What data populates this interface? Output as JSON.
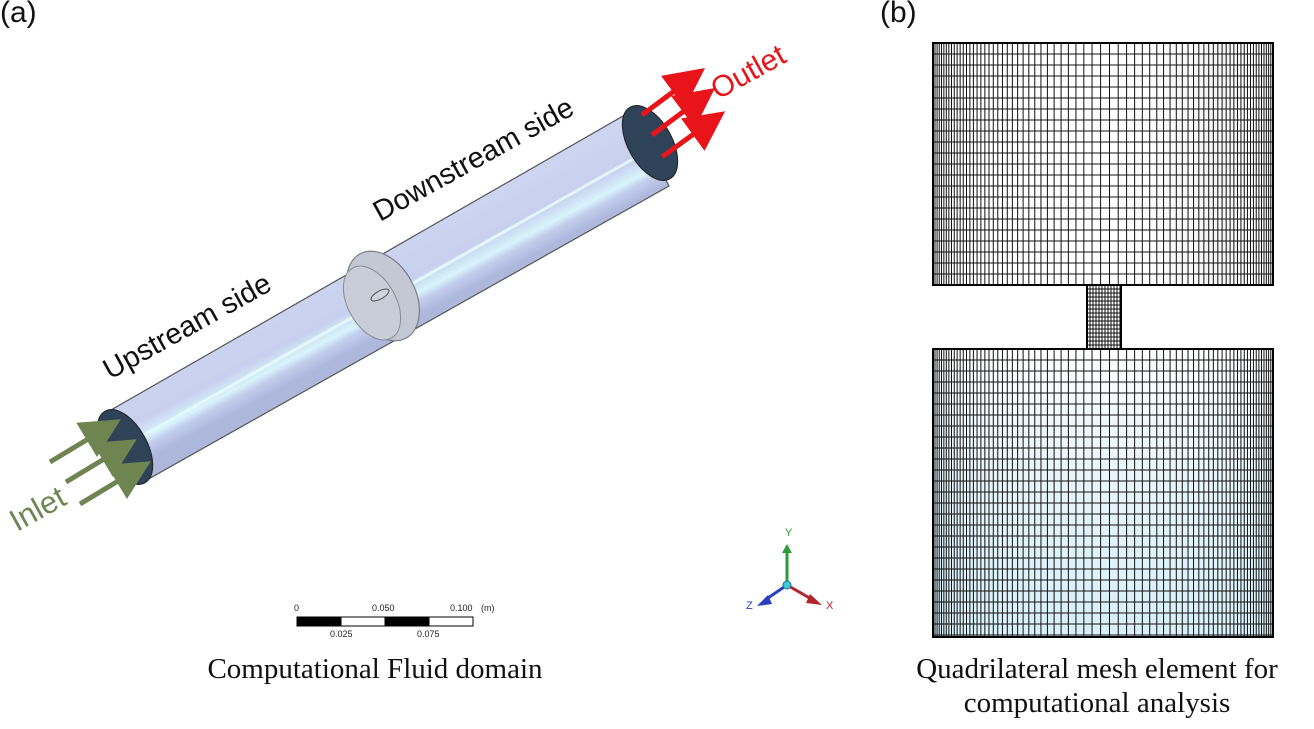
{
  "panel_a": {
    "label": "(a)",
    "upstream": "Upstream side",
    "downstream": "Downstream side",
    "inlet": "Inlet",
    "outlet": "Outlet",
    "caption": "Computational Fluid domain",
    "scale": {
      "top": [
        "0",
        "0.050",
        "0.100",
        "(m)"
      ],
      "bottom": [
        "0.025",
        "0.075"
      ]
    },
    "axes": {
      "y": "Y",
      "x": "X",
      "z": "Z"
    },
    "colors": {
      "inlet_arrow": "#6f8551",
      "outlet_arrow": "#e8141a",
      "pipe": "#c9d2ef",
      "face": "#2e4258"
    }
  },
  "panel_b": {
    "label": "(b)",
    "caption_line1": "Quadrilateral mesh element for",
    "caption_line2": "computational analysis"
  }
}
